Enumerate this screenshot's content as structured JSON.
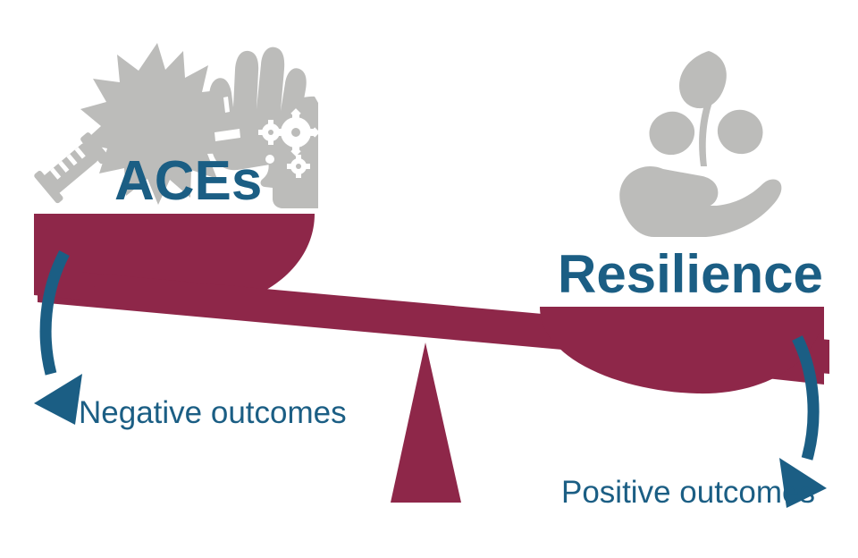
{
  "figure": {
    "name": "ACEs and Resilience balance scale",
    "type": "conceptual-diagram"
  },
  "colors": {
    "maroon": "#8e2749",
    "blue": "#1b5e84",
    "gray": "#bcbcba",
    "background": "#ffffff"
  },
  "labels": {
    "left_pan_title": "ACEs",
    "right_pan_title": "Resilience",
    "left_outcome": "Negative outcomes",
    "right_outcome": "Positive outcomes"
  },
  "icons": {
    "left": [
      {
        "name": "syringe-icon",
        "meaning": "substance use / injection"
      },
      {
        "name": "starburst-icon",
        "meaning": "violence or trauma burst"
      },
      {
        "name": "raised-fist-icon",
        "meaning": "abuse / aggression"
      },
      {
        "name": "head-with-gears-icon",
        "meaning": "mental health / cognition"
      }
    ],
    "right": [
      {
        "name": "hand-holding-sprout-icon",
        "meaning": "nurturing growth and resilience"
      }
    ]
  },
  "arrows": {
    "left": {
      "name": "negative-outcome-arrow",
      "direction": "down-left",
      "color": "#1b5e84"
    },
    "right": {
      "name": "positive-outcome-arrow",
      "direction": "down-right",
      "color": "#1b5e84"
    }
  },
  "scale": {
    "tilt": "left side down, right side up",
    "fulcrum": "triangle",
    "left_pan": "bowl",
    "right_pan": "bowl"
  }
}
